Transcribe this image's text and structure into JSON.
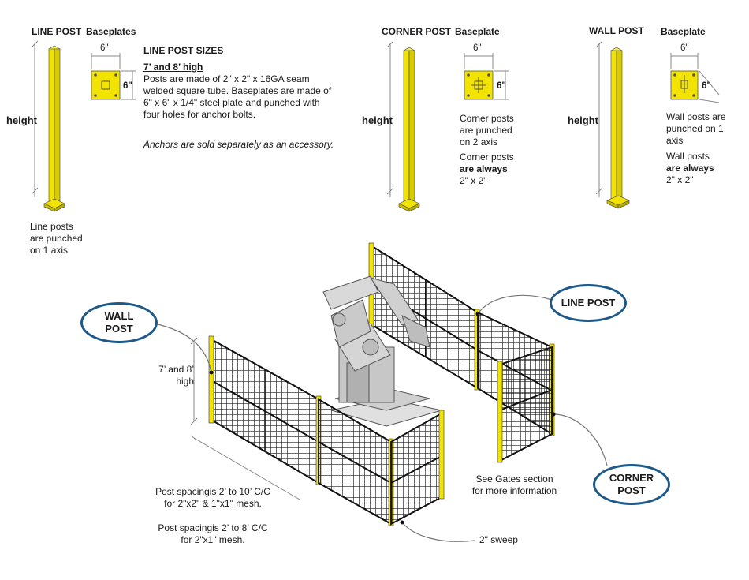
{
  "line_post": {
    "title": "LINE POST",
    "baseplates_title": "Baseplates",
    "height_label": "height",
    "dim_w": "6\"",
    "dim_h": "6\"",
    "sizes_title": "LINE POST SIZES",
    "sizes_sub": "7’ and 8’ high",
    "desc": "Posts are made of 2\" x 2\" x 16GA seam welded square tube. Baseplates are made of 6\" x 6\" x 1/4\" steel plate and punched with four holes for anchor bolts.",
    "anchors_note": "Anchors are sold separately as an accessory.",
    "punch_note": "Line posts are punched on 1 axis"
  },
  "corner_post": {
    "title": "CORNER POST",
    "baseplate_title": "Baseplate",
    "height_label": "height",
    "dim_w": "6\"",
    "dim_h": "6\"",
    "punch_note": "Corner posts are punched on 2 axis",
    "always_pre": "Corner posts",
    "always_bold": "are always",
    "always_post": "2\" x 2\""
  },
  "wall_post": {
    "title": "WALL POST",
    "baseplate_title": "Baseplate",
    "height_label": "height",
    "dim_w": "6\"",
    "dim_h": "6\"",
    "punch_note": "Wall posts are punched on 1 axis",
    "always_pre": "Wall posts",
    "always_bold": "are always",
    "always_post": "2\" x 2\""
  },
  "callouts": {
    "wall_post_l1": "WALL",
    "wall_post_l2": "POST",
    "line_post": "LINE POST",
    "corner_post_l1": "CORNER",
    "corner_post_l2": "POST"
  },
  "notes": {
    "height_l1": "7’ and 8’",
    "height_l2": "high",
    "spacing_a_l1": "Post spacingis 2’ to 10’ C/C",
    "spacing_a_l2": "for 2\"x2\" & 1\"x1\" mesh.",
    "spacing_b_l1": "Post spacingis 2’ to 8’ C/C",
    "spacing_b_l2": "for 2\"x1\" mesh.",
    "gates_l1": "See Gates section",
    "gates_l2": "for more information",
    "sweep": "2\" sweep"
  },
  "colors": {
    "post_yellow": "#f2e400",
    "mesh": "#1c1c1c",
    "callout_border": "#1d5a8a",
    "robot": "#c8c8c8"
  }
}
